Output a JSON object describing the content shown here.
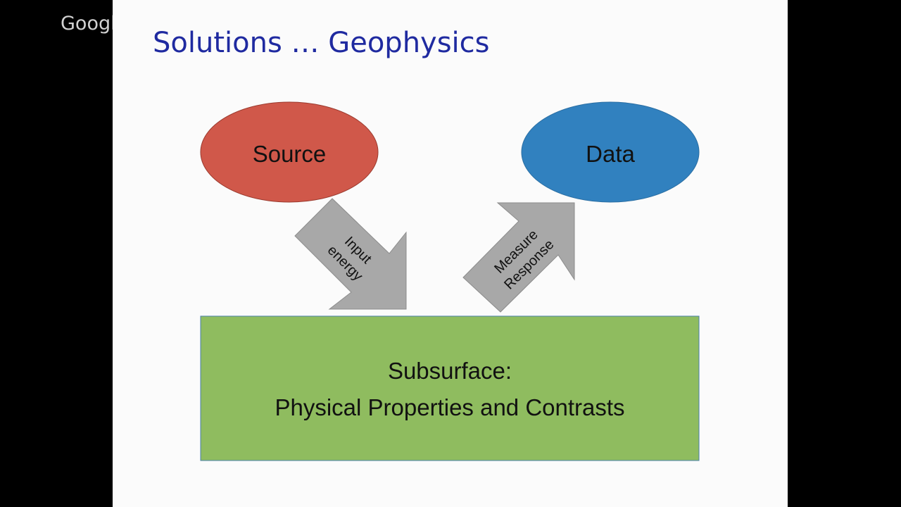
{
  "overlay": {
    "watermark": "Googl"
  },
  "slide": {
    "title": "Solutions … Geophysics"
  },
  "diagram": {
    "source_label": "Source",
    "data_label": "Data",
    "arrow_input": {
      "line1": "Input",
      "line2": "energy"
    },
    "arrow_measure": {
      "line1": "Measure",
      "line2": "Response"
    },
    "subsurface": {
      "line1": "Subsurface:",
      "line2": "Physical Properties and Contrasts"
    }
  },
  "colors": {
    "title": "#1f2aa0",
    "source_fill": "#d0584a",
    "data_fill": "#3181bf",
    "arrow_fill": "#a8a8a8",
    "subsurface_fill": "#8fbc5f",
    "slide_bg": "#fbfbfb",
    "outer_bg": "#000000"
  }
}
